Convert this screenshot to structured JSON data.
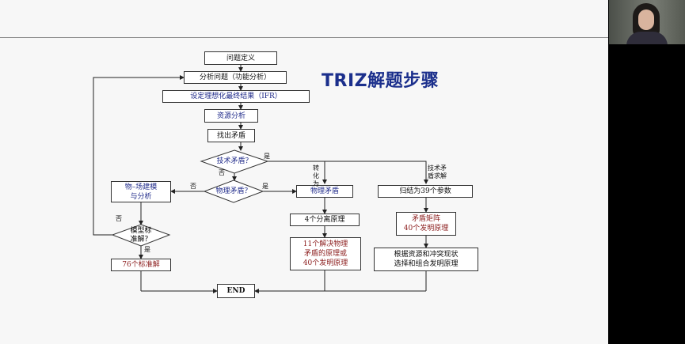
{
  "title": "TRIZ解题步骤",
  "nodes": {
    "problem_definition": "问题定义",
    "analyze_problem": "分析问题（功能分析）",
    "ifr": "设定理想化最终结果（IFR）",
    "resource_analysis": "资源分析",
    "find_contradiction": "找出矛盾",
    "technical_contradiction": "技术矛盾？",
    "physical_contradiction_q": "物理矛盾？",
    "field_modeling": "物–场建模\n与分析",
    "standard_solution_q": "模型标\n准解？",
    "physical_contradiction": "物理矛盾",
    "reduce_39": "归结为39个参数",
    "separation_4": "4个分离原理",
    "matrix": "矛盾矩阵\n40个发明原理",
    "solve_11": "11个解决物理\n矛盾的原理或\n40个发明原理",
    "select_combine": "根据资源和冲突现状\n选择和组合发明原理",
    "standard_76": "76个标准解",
    "end": "END"
  },
  "labels": {
    "yes_tech": "是",
    "no_tech": "否",
    "yes_phys": "是",
    "no_phys": "否",
    "no_std": "否",
    "yes_std": "是",
    "convert": "转\n化\n为",
    "tech_solve": "技术矛\n盾求解"
  },
  "colors": {
    "box_border": "#333333",
    "blue_text": "#1f2a8a",
    "red_text": "#8b1c1c",
    "title": "#1b2f8c"
  }
}
